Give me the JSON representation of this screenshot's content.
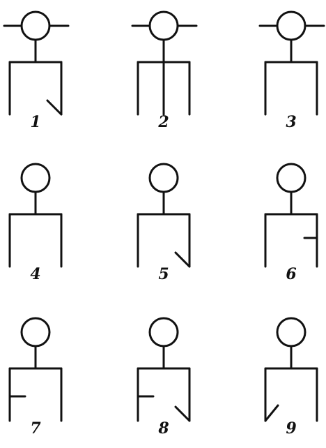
{
  "figures": [
    {
      "label": "1",
      "crossbar": true,
      "legs": "two",
      "marks": [
        "right-diag"
      ]
    },
    {
      "label": "2",
      "crossbar": true,
      "legs": "three",
      "marks": []
    },
    {
      "label": "3",
      "crossbar": true,
      "legs": "two",
      "marks": []
    },
    {
      "label": "4",
      "crossbar": false,
      "legs": "two",
      "marks": []
    },
    {
      "label": "5",
      "crossbar": false,
      "legs": "two",
      "marks": [
        "right-diag"
      ]
    },
    {
      "label": "6",
      "crossbar": false,
      "legs": "two",
      "marks": [
        "right-tick"
      ]
    },
    {
      "label": "7",
      "crossbar": false,
      "legs": "two",
      "marks": [
        "left-tick"
      ]
    },
    {
      "label": "8",
      "crossbar": false,
      "legs": "two",
      "marks": [
        "left-tick",
        "right-diag"
      ]
    },
    {
      "label": "9",
      "crossbar": false,
      "legs": "two",
      "marks": [
        "left-diag"
      ]
    }
  ]
}
